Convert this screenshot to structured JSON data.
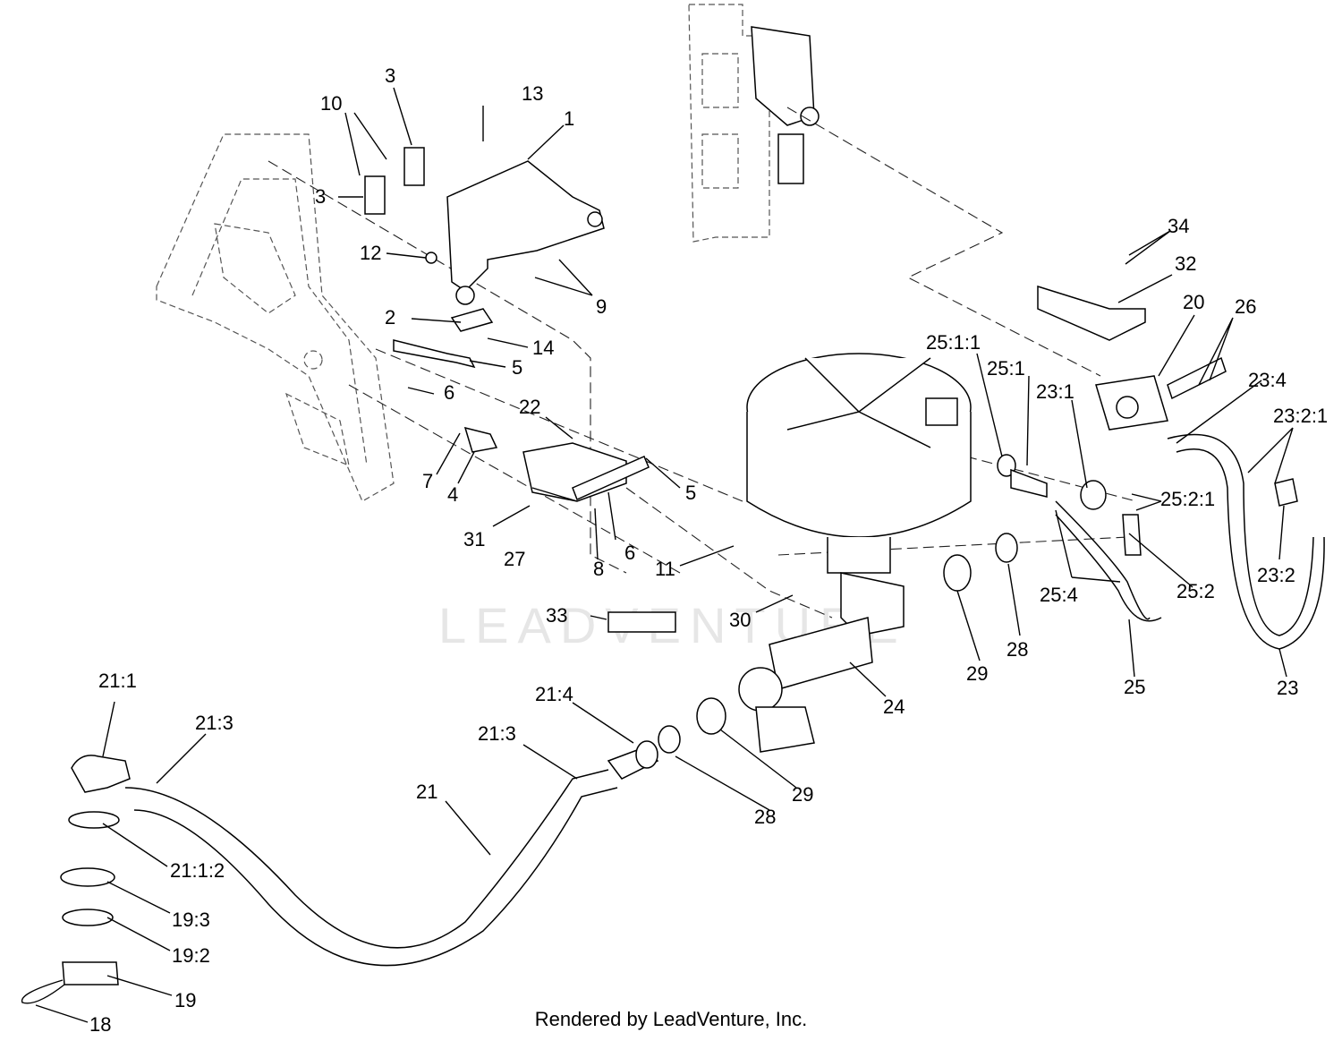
{
  "watermark": "LEADVENTURE",
  "footer": "Rendered by LeadVenture, Inc.",
  "callouts": {
    "c1": "1",
    "c2": "2",
    "c3a": "3",
    "c3b": "3",
    "c4": "4",
    "c5a": "5",
    "c5b": "5",
    "c6a": "6",
    "c6b": "6",
    "c7": "7",
    "c8": "8",
    "c9": "9",
    "c10": "10",
    "c11": "11",
    "c12": "12",
    "c13": "13",
    "c14": "14",
    "c18": "18",
    "c19": "19",
    "c19_2": "19:2",
    "c19_3": "19:3",
    "c20": "20",
    "c21": "21",
    "c21_1": "21:1",
    "c21_1_2": "21:1:2",
    "c21_3a": "21:3",
    "c21_3b": "21:3",
    "c21_4": "21:4",
    "c22": "22",
    "c23": "23",
    "c23_1": "23:1",
    "c23_2": "23:2",
    "c23_2_1": "23:2:1",
    "c23_4": "23:4",
    "c24": "24",
    "c25": "25",
    "c25_1": "25:1",
    "c25_1_1": "25:1:1",
    "c25_2": "25:2",
    "c25_2_1": "25:2:1",
    "c25_4": "25:4",
    "c26": "26",
    "c27": "27",
    "c28a": "28",
    "c28b": "28",
    "c29a": "29",
    "c29b": "29",
    "c30": "30",
    "c31": "31",
    "c32": "32",
    "c33": "33",
    "c34": "34"
  }
}
